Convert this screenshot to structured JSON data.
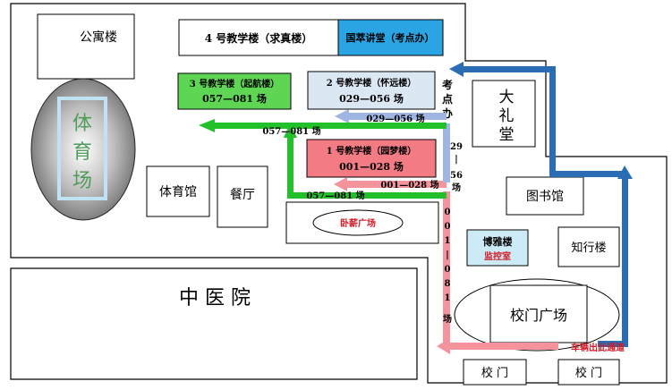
{
  "buildings": {
    "apartment": "公寓楼",
    "bldg4": "4 号教学楼（求真楼）",
    "guocui": "国萃讲堂（考点办）",
    "bldg3_name": "3 号教学楼（起航楼）",
    "bldg3_rooms": "057—081 场",
    "bldg2_name": "2 号教学楼（怀远楼）",
    "bldg2_rooms": "029—056 场",
    "bldg1_name": "1 号教学楼（园梦楼）",
    "bldg1_rooms": "001—028 场",
    "exam_office": [
      "考",
      "点",
      "办"
    ],
    "auditorium": [
      "大",
      "礼",
      "堂"
    ],
    "stadium": [
      "体",
      "育",
      "场"
    ],
    "gym": "体育馆",
    "canteen": "餐厅",
    "woxin": "卧薪广场",
    "library": "图书馆",
    "boya": "博雅楼",
    "monitor": "监控室",
    "zhixing": "知行楼",
    "gate_plaza": "校门广场",
    "hospital": "中 医 院",
    "gate_left": "校 门",
    "gate_right": "校 门",
    "vehicle_exit": "车辆出此通道"
  },
  "route_labels": {
    "green_upper": "057—081 场",
    "green_lower": "057—081 场",
    "blue_light": "029—056 场",
    "red": "001—028 场",
    "vertical_29_56": [
      "29",
      "|",
      "56",
      "场"
    ],
    "vertical_001_081": [
      "0",
      "0",
      "1",
      "|",
      "0",
      "8",
      "1",
      "场"
    ]
  },
  "colors": {
    "green_route": "#22c02a",
    "blue_route": "#9fb6e2",
    "red_route": "#f4939c",
    "dark_blue_route": "#2a6db5",
    "bldg3_fill": "#5ed553",
    "bldg2_fill": "#dce7f4",
    "bldg1_fill": "#f37b84",
    "guocui_fill": "#2aa4e3",
    "boya_fill": "#cdebf6",
    "stadium_fill": "#8a8a8a",
    "red_text": "#d21a25",
    "green_text": "#4f9b5a"
  }
}
